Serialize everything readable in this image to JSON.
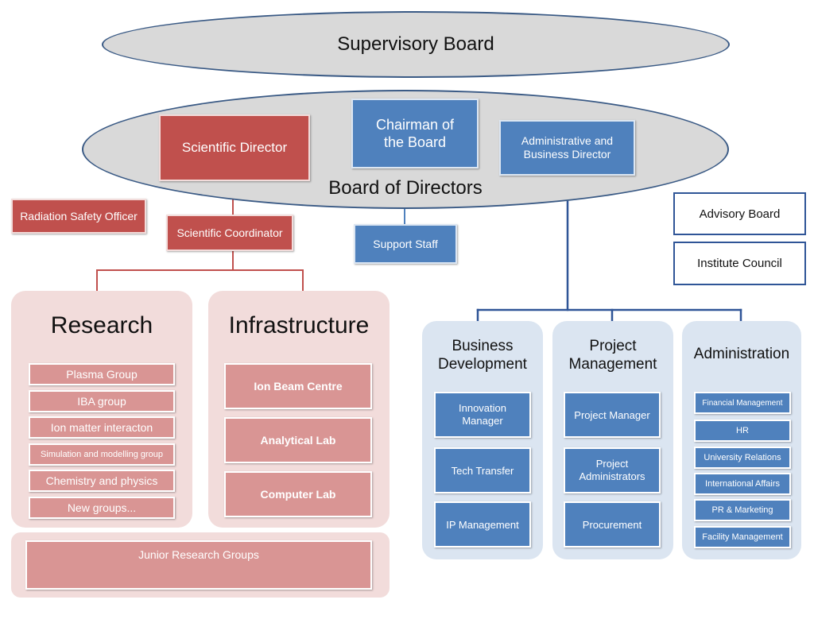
{
  "supervisory_board": "Supervisory Board",
  "board_of_directors": {
    "label": "Board of Directors",
    "scientific_director": "Scientific Director",
    "chairman": "Chairman of the Board",
    "admin_director": "Administrative and Business Director"
  },
  "radiation_safety_officer": "Radiation Safety Officer",
  "scientific_coordinator": "Scientific Coordinator",
  "support_staff": "Support Staff",
  "advisory_board": "Advisory Board",
  "institute_council": "Institute Council",
  "research": {
    "title": "Research",
    "items": [
      "Plasma Group",
      "IBA group",
      "Ion matter interacton",
      "Simulation and modelling group",
      "Chemistry and physics",
      "New groups..."
    ]
  },
  "infrastructure": {
    "title": "Infrastructure",
    "items": [
      "Ion Beam Centre",
      "Analytical Lab",
      "Computer Lab"
    ]
  },
  "junior_research_groups": "Junior Research Groups",
  "business_development": {
    "title": "Business Development",
    "items": [
      "Innovation Manager",
      "Tech Transfer",
      "IP Management"
    ]
  },
  "project_management": {
    "title": "Project Management",
    "items": [
      "Project Manager",
      "Project Administrators",
      "Procurement"
    ]
  },
  "administration": {
    "title": "Administration",
    "items": [
      "Financial Management",
      "HR",
      "University Relations",
      "International Affairs",
      "PR & Marketing",
      "Facility Management"
    ]
  },
  "colors": {
    "red": "#c0504d",
    "blue": "#4f81bd",
    "pink_panel": "#f2dcdb",
    "pink_item": "#d99594",
    "blue_panel": "#dbe5f1",
    "ellipse_fill": "#d9d9d9"
  }
}
